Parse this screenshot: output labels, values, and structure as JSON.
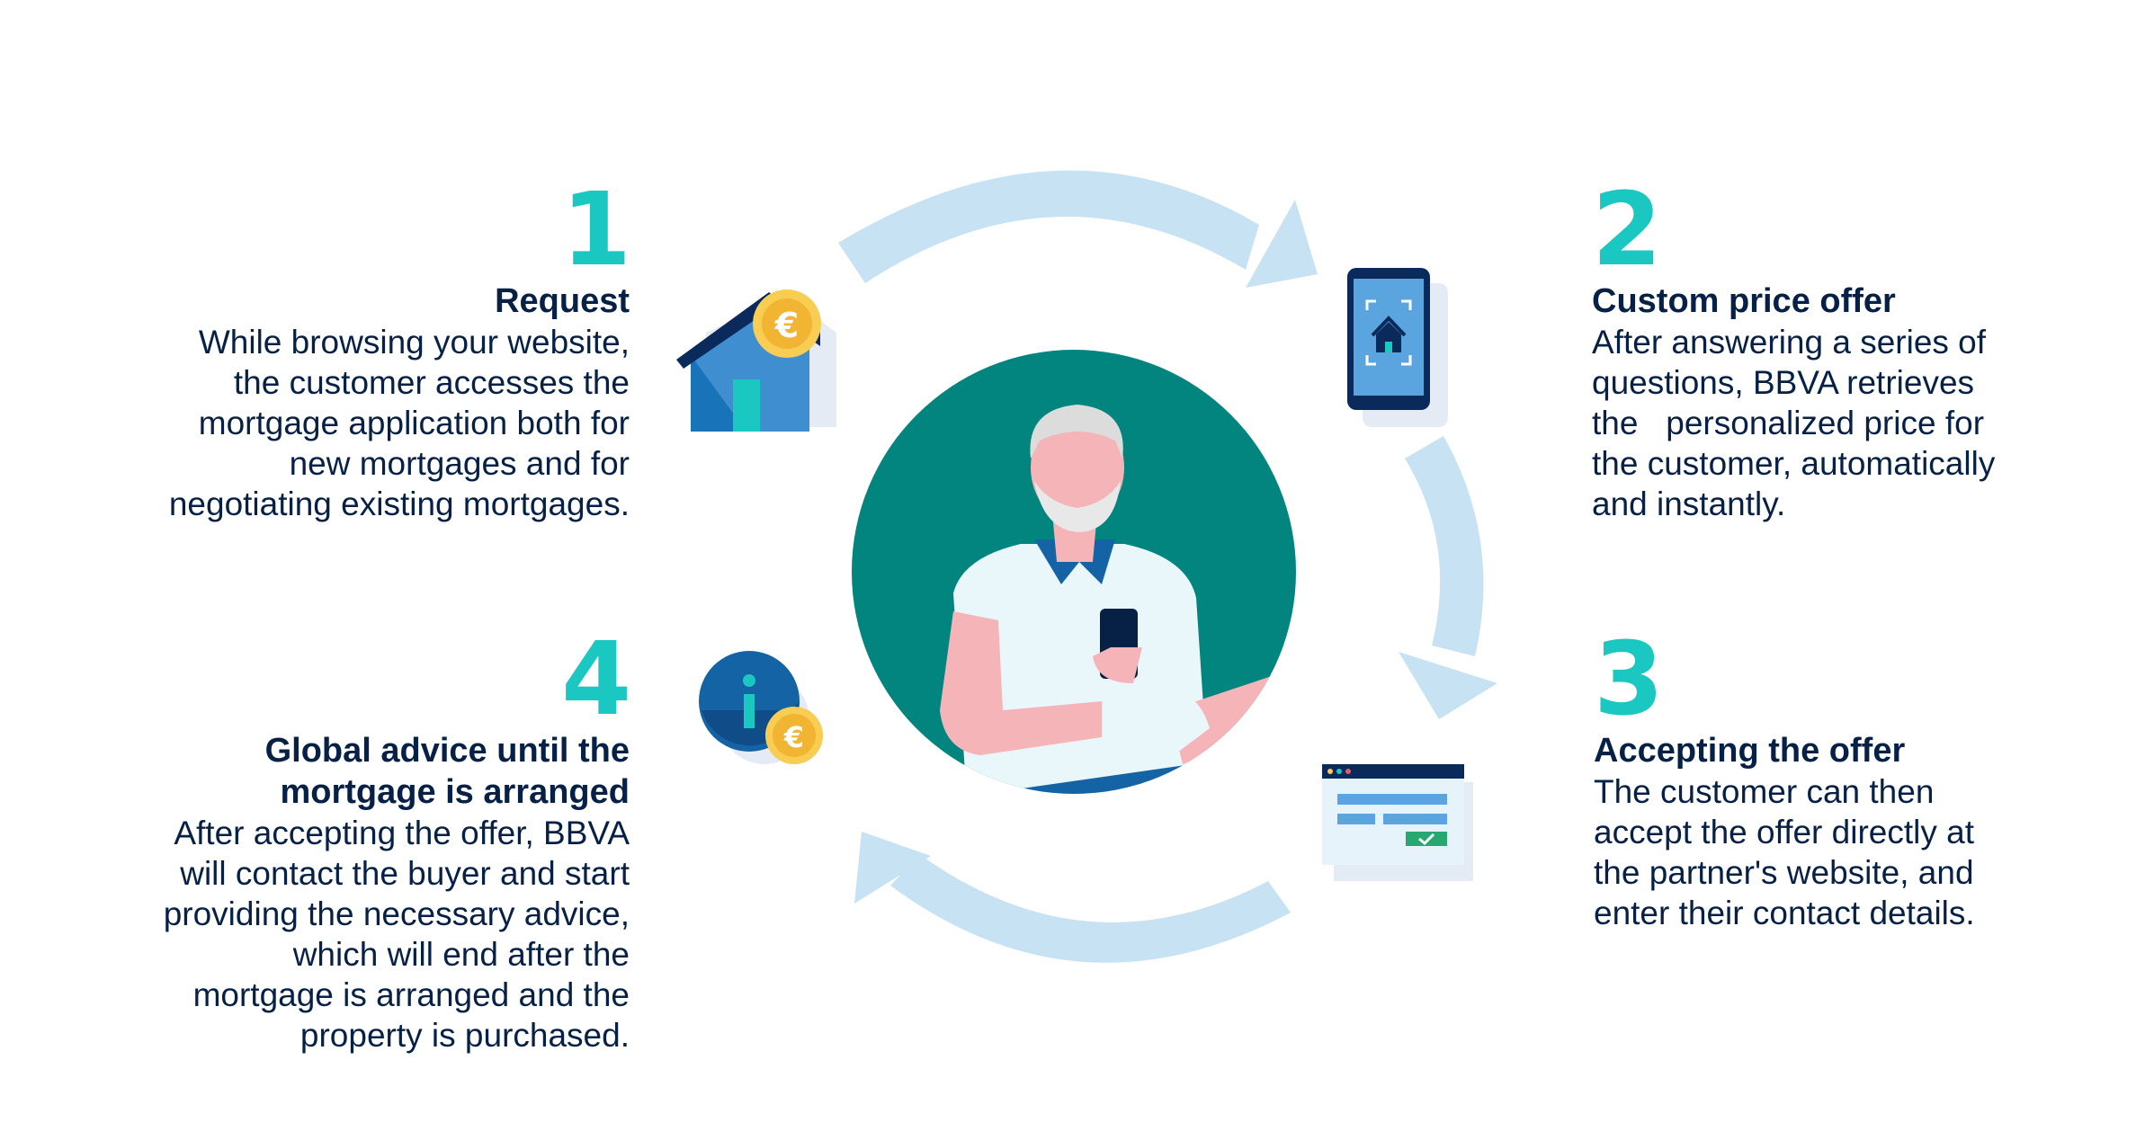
{
  "steps": [
    {
      "number": "1",
      "title_lines": [
        "Request"
      ],
      "desc_lines": [
        "While browsing your website,",
        "the customer accesses the",
        "mortgage application both for",
        "new mortgages and for",
        "negotiating existing mortgages."
      ]
    },
    {
      "number": "2",
      "title_lines": [
        "Custom price offer"
      ],
      "desc_lines": [
        "After answering a series of",
        "questions, BBVA retrieves",
        "the   personalized price for",
        "the customer, automatically",
        "and instantly."
      ]
    },
    {
      "number": "3",
      "title_lines": [
        "Accepting the offer"
      ],
      "desc_lines": [
        "The customer can then",
        "accept the offer directly at",
        "the partner's website, and",
        "enter their contact details."
      ]
    },
    {
      "number": "4",
      "title_lines": [
        "Global advice until the",
        "mortgage is arranged"
      ],
      "desc_lines": [
        "After accepting the offer, BBVA",
        "will contact the buyer and start",
        "providing the necessary advice,",
        "which will end after the",
        "mortgage is arranged and the",
        "property is purchased."
      ]
    }
  ],
  "icons": {
    "step1": "house-euro-icon",
    "step2": "phone-house-scan-icon",
    "step3": "browser-form-icon",
    "step4": "info-euro-icon",
    "center": "customer-with-phone-illustration"
  },
  "colors": {
    "accent_number": "#1bc7c1",
    "text": "#072146",
    "arrow": "#c6e2f3",
    "circle": "#02857f",
    "blue": "#1973b8",
    "gold": "#f8cd51"
  }
}
